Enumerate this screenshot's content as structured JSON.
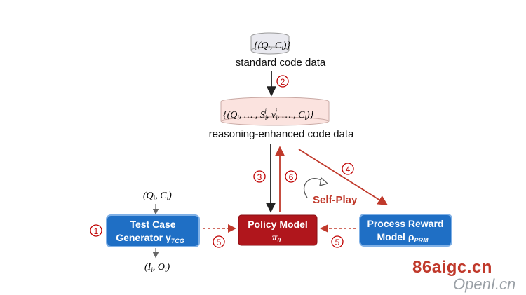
{
  "nodes": {
    "standard_data": {
      "formula": "{(Q",
      "label": "standard code data"
    },
    "reasoning_data": {
      "label": "reasoning-enhanced code data"
    },
    "tcg": {
      "line1": "Test Case",
      "line2": "Generator γ",
      "sub": "TCG"
    },
    "policy": {
      "line1": "Policy Model",
      "symbol": "π",
      "sub": "θ"
    },
    "prm": {
      "line1": "Process Reward",
      "line2": "Model ρ",
      "sub": "PRM"
    }
  },
  "io": {
    "input": "(Q",
    "input_mid": ", C",
    "output": "(I",
    "output_mid": ", O"
  },
  "steps": {
    "s1": "1",
    "s2": "2",
    "s3": "3",
    "s4": "4",
    "s5": "5",
    "s6": "6"
  },
  "self_play": "Self-Play",
  "watermark": {
    "line1": "86aigc.cn",
    "line2": "OpenI.cn"
  },
  "colors": {
    "red": "#c00000",
    "blue": "#1f6fc5",
    "dark_red": "#b0161c",
    "cylinder_pink": "#fbe3df",
    "cylinder_gray": "#e9e9ef"
  }
}
